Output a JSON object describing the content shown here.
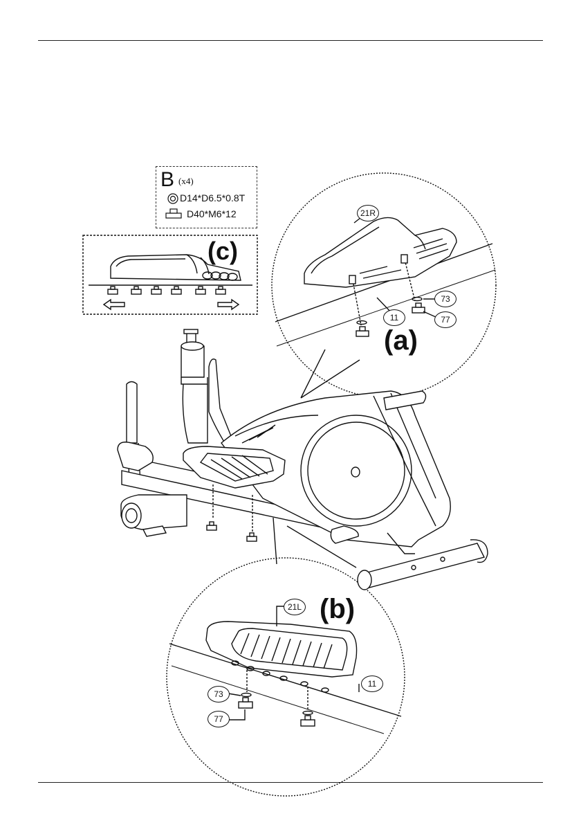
{
  "hardware": {
    "letter": "B",
    "quantity": "(x4)",
    "washer_spec": "D14*D6.5*0.8T",
    "knob_spec": "D40*M6*12"
  },
  "detail_labels": {
    "a": "(a)",
    "b": "(b)",
    "c": "(c)"
  },
  "part_callouts": {
    "pedal_right": "21R",
    "pedal_left": "21L",
    "frame_a": "11",
    "frame_b": "11",
    "washer_a": "73",
    "knob_a": "77",
    "washer_b": "73",
    "knob_b": "77"
  },
  "icons": [
    "washer-icon",
    "knob-icon",
    "arrow-left-icon",
    "arrow-right-icon"
  ]
}
